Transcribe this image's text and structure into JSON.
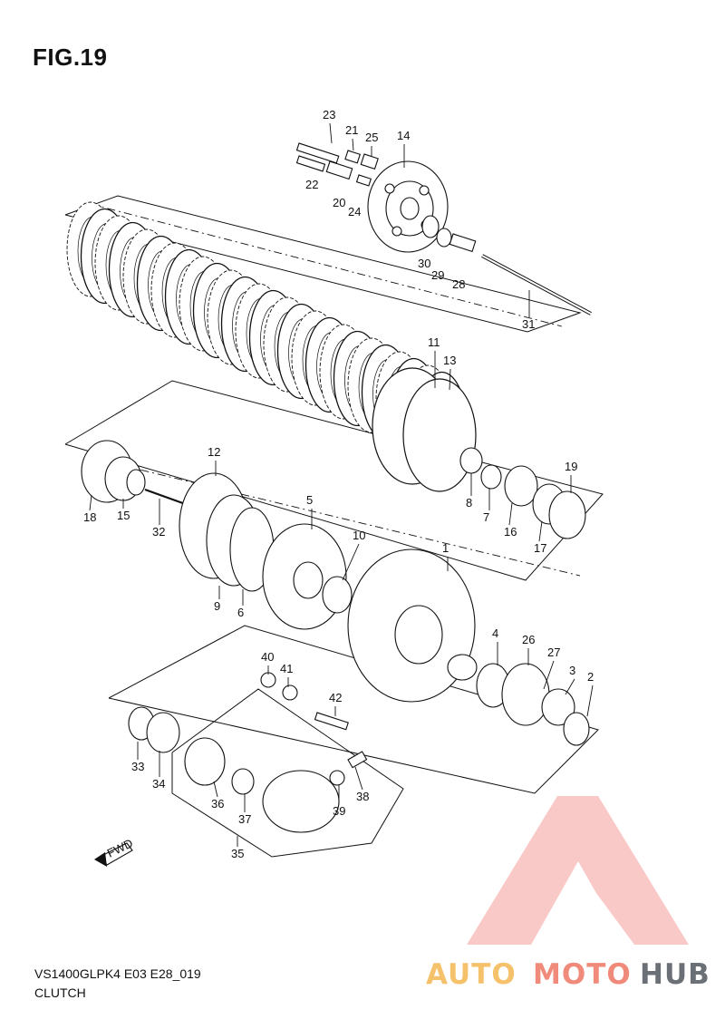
{
  "figure": {
    "title": "FIG.19"
  },
  "footer": {
    "model_code": "VS1400GLPK4 E03 E28_019",
    "section_name": "CLUTCH"
  },
  "callouts": [
    {
      "id": "c23",
      "label": "23"
    },
    {
      "id": "c21",
      "label": "21"
    },
    {
      "id": "c25",
      "label": "25"
    },
    {
      "id": "c14",
      "label": "14"
    },
    {
      "id": "c22",
      "label": "22"
    },
    {
      "id": "c20",
      "label": "20"
    },
    {
      "id": "c24",
      "label": "24"
    },
    {
      "id": "c30",
      "label": "30"
    },
    {
      "id": "c29",
      "label": "29"
    },
    {
      "id": "c28",
      "label": "28"
    },
    {
      "id": "c31",
      "label": "31"
    },
    {
      "id": "c11",
      "label": "11"
    },
    {
      "id": "c13",
      "label": "13"
    },
    {
      "id": "c12",
      "label": "12"
    },
    {
      "id": "c8",
      "label": "8"
    },
    {
      "id": "c7",
      "label": "7"
    },
    {
      "id": "c16",
      "label": "16"
    },
    {
      "id": "c19",
      "label": "19"
    },
    {
      "id": "c17",
      "label": "17"
    },
    {
      "id": "c18",
      "label": "18"
    },
    {
      "id": "c15",
      "label": "15"
    },
    {
      "id": "c32",
      "label": "32"
    },
    {
      "id": "c5",
      "label": "5"
    },
    {
      "id": "c10",
      "label": "10"
    },
    {
      "id": "c1",
      "label": "1"
    },
    {
      "id": "c9",
      "label": "9"
    },
    {
      "id": "c6",
      "label": "6"
    },
    {
      "id": "c4",
      "label": "4"
    },
    {
      "id": "c26",
      "label": "26"
    },
    {
      "id": "c27",
      "label": "27"
    },
    {
      "id": "c3",
      "label": "3"
    },
    {
      "id": "c2",
      "label": "2"
    },
    {
      "id": "c40",
      "label": "40"
    },
    {
      "id": "c41",
      "label": "41"
    },
    {
      "id": "c42",
      "label": "42"
    },
    {
      "id": "c33",
      "label": "33"
    },
    {
      "id": "c34",
      "label": "34"
    },
    {
      "id": "c36",
      "label": "36"
    },
    {
      "id": "c37",
      "label": "37"
    },
    {
      "id": "c39",
      "label": "39"
    },
    {
      "id": "c38",
      "label": "38"
    },
    {
      "id": "c35",
      "label": "35"
    }
  ],
  "fwd_badge": {
    "label": "FWD"
  },
  "watermark": {
    "part_a": "AUTO",
    "part_b": "MOTO",
    "part_c": "HUB",
    "color_a": "#f5c26b",
    "color_b": "#f08a7a",
    "color_c": "#6b6f76",
    "logo_color": "#f28b86"
  }
}
